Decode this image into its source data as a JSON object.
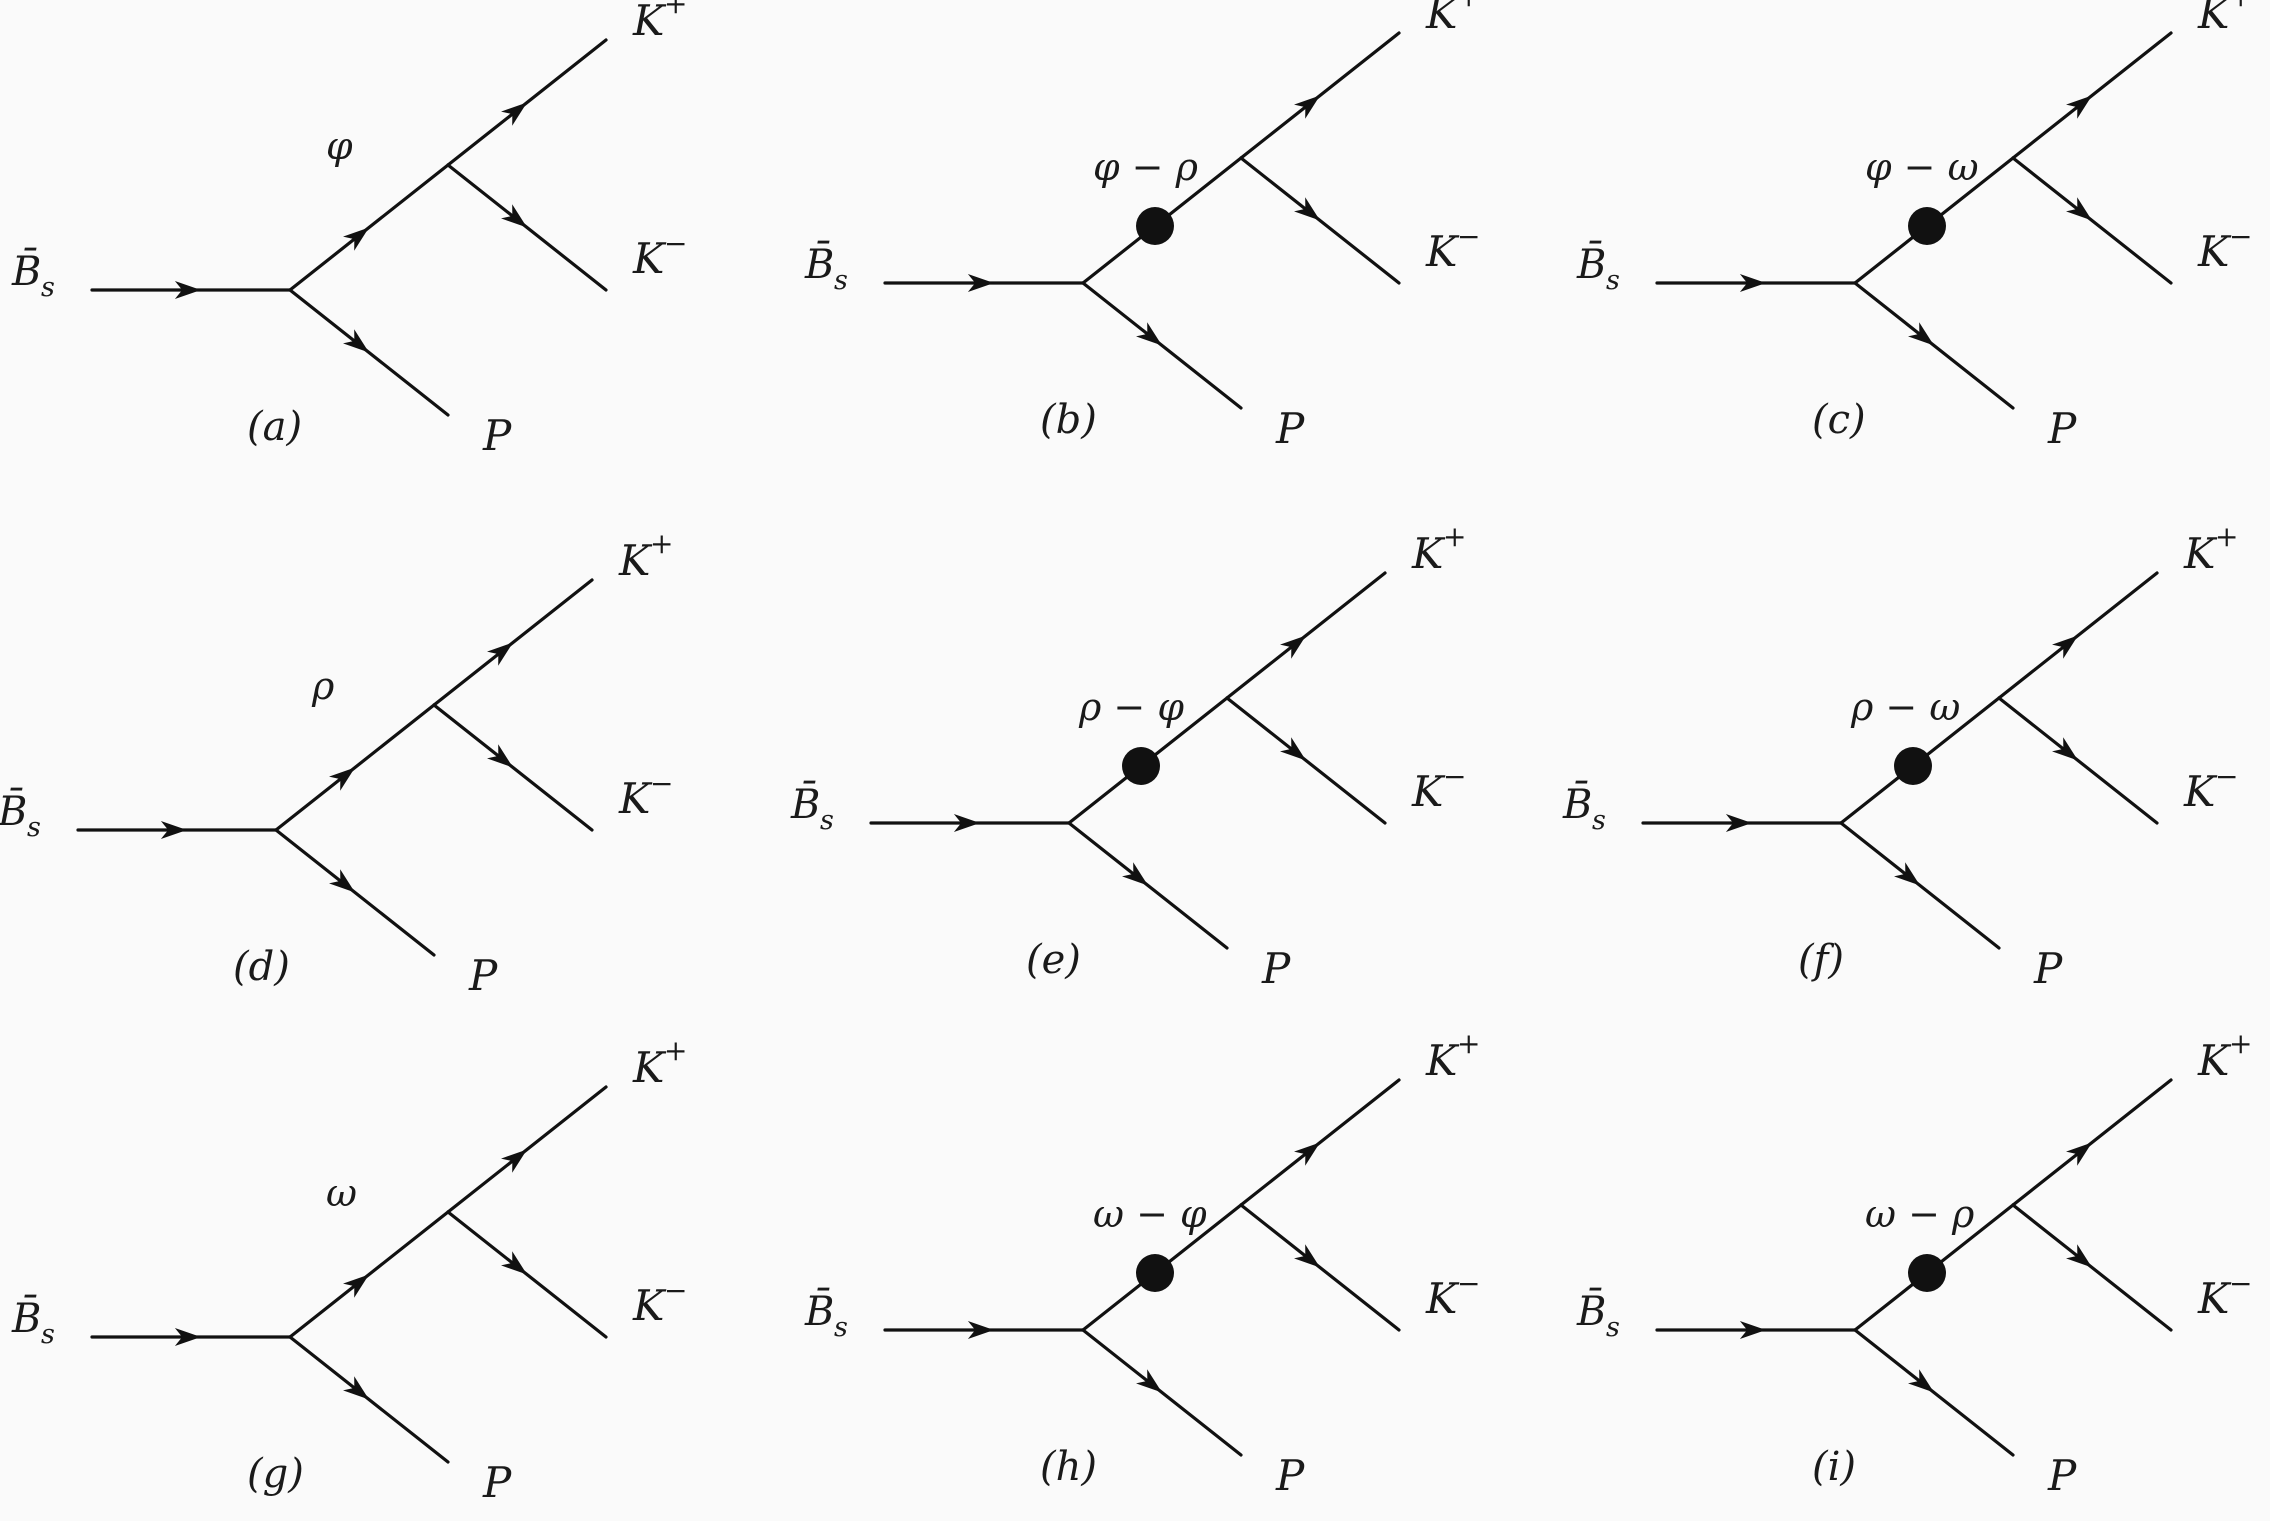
{
  "labels": {
    "initial": "B̄",
    "initial_sub": "s",
    "k_plus": "K",
    "k_plus_sup": "+",
    "k_minus": "K",
    "k_minus_sup": "−",
    "p": "P"
  },
  "panels": [
    {
      "id": "a",
      "tag": "(a)",
      "mediator": "φ",
      "blob": false
    },
    {
      "id": "b",
      "tag": "(b)",
      "mediator": "φ − ρ",
      "blob": true
    },
    {
      "id": "c",
      "tag": "(c)",
      "mediator": "φ − ω",
      "blob": true
    },
    {
      "id": "d",
      "tag": "(d)",
      "mediator": "ρ",
      "blob": false
    },
    {
      "id": "e",
      "tag": "(e)",
      "mediator": "ρ − φ",
      "blob": true
    },
    {
      "id": "f",
      "tag": "(f)",
      "mediator": "ρ − ω",
      "blob": true
    },
    {
      "id": "g",
      "tag": "(g)",
      "mediator": "ω",
      "blob": false
    },
    {
      "id": "h",
      "tag": "(h)",
      "mediator": "ω − φ",
      "blob": true
    },
    {
      "id": "i",
      "tag": "(i)",
      "mediator": "ω − ρ",
      "blob": true
    }
  ]
}
